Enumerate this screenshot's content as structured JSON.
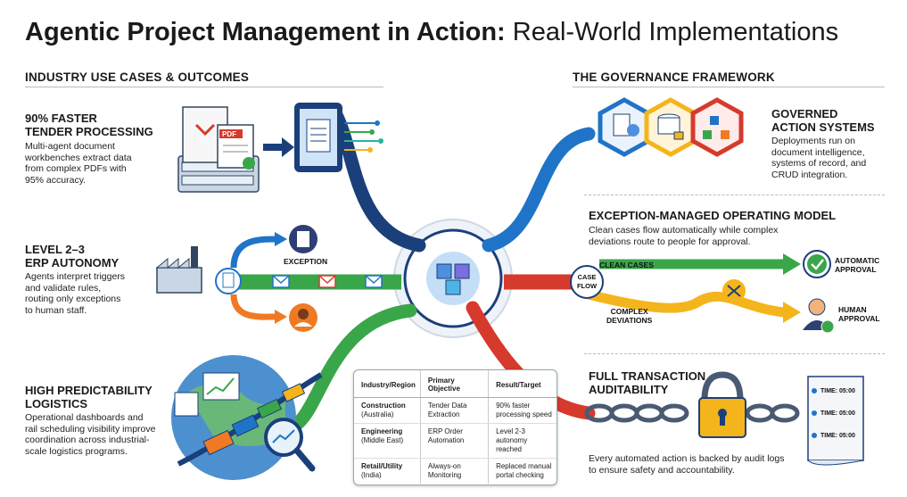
{
  "title": {
    "bold": "Agentic Project Management in Action:",
    "light": "Real-World Implementations"
  },
  "left_section": {
    "heading": "INDUSTRY USE CASES & OUTCOMES"
  },
  "right_section": {
    "heading": "THE GOVERNANCE FRAMEWORK"
  },
  "use_cases": [
    {
      "title_line1": "90% FASTER",
      "title_line2": "TENDER PROCESSING",
      "body": [
        "Multi-agent document",
        "workbenches extract data",
        "from complex PDFs with",
        "95% accuracy."
      ]
    },
    {
      "title_line1": "LEVEL 2–3",
      "title_line2": "ERP AUTONOMY",
      "body": [
        "Agents interpret triggers",
        "and validate rules,",
        "routing only exceptions",
        "to human staff."
      ]
    },
    {
      "title_line1": "HIGH PREDICTABILITY",
      "title_line2": "LOGISTICS",
      "body": [
        "Operational dashboards and",
        "rail scheduling visibility improve",
        "coordination across industrial-",
        "scale logistics programs."
      ]
    }
  ],
  "governance": [
    {
      "title_line1": "GOVERNED",
      "title_line2": "ACTION SYSTEMS",
      "body": [
        "Deployments run on",
        "document intelligence,",
        "systems of record, and",
        "CRUD integration."
      ]
    },
    {
      "title_line1": "EXCEPTION-MANAGED OPERATING MODEL",
      "body": [
        "Clean cases flow automatically while complex",
        "deviations route to people for approval."
      ]
    },
    {
      "title_line1": "FULL TRANSACTION",
      "title_line2": "AUDITABILITY",
      "body": [
        "Every automated action is backed by audit logs",
        "to ensure safety and accountability."
      ]
    }
  ],
  "labels": {
    "pdf": "PDF",
    "exception": "EXCEPTION",
    "case_flow_1": "CASE",
    "case_flow_2": "FLOW",
    "clean_cases": "CLEAN CASES",
    "complex_1": "COMPLEX",
    "complex_2": "DEVIATIONS",
    "automatic_1": "AUTOMATIC",
    "automatic_2": "APPROVAL",
    "human_1": "HUMAN",
    "human_2": "APPROVAL",
    "log_time": "TIME: 05:00"
  },
  "table": {
    "headers": [
      "Industry/Region",
      "Primary Objective",
      "Result/Target"
    ],
    "rows": [
      {
        "industry": "Construction",
        "region": "(Australia)",
        "objective": [
          "Tender Data",
          "Extraction"
        ],
        "result": [
          "90% faster",
          "processing speed"
        ]
      },
      {
        "industry": "Engineering",
        "region": "(Middle East)",
        "objective": [
          "ERP Order",
          "Automation"
        ],
        "result": [
          "Level 2-3",
          "autonomy reached"
        ]
      },
      {
        "industry": "Retail/Utility",
        "region": "(India)",
        "objective": [
          "Always-on",
          "Monitoring"
        ],
        "result": [
          "Replaced manual",
          "portal checking"
        ]
      }
    ]
  },
  "colors": {
    "blue": "#1f74c7",
    "navy": "#1b3f7a",
    "green": "#3aa64a",
    "red": "#d63a2c",
    "orange": "#f07a23",
    "yellow": "#f4b51c",
    "teal": "#2ab3a0"
  }
}
